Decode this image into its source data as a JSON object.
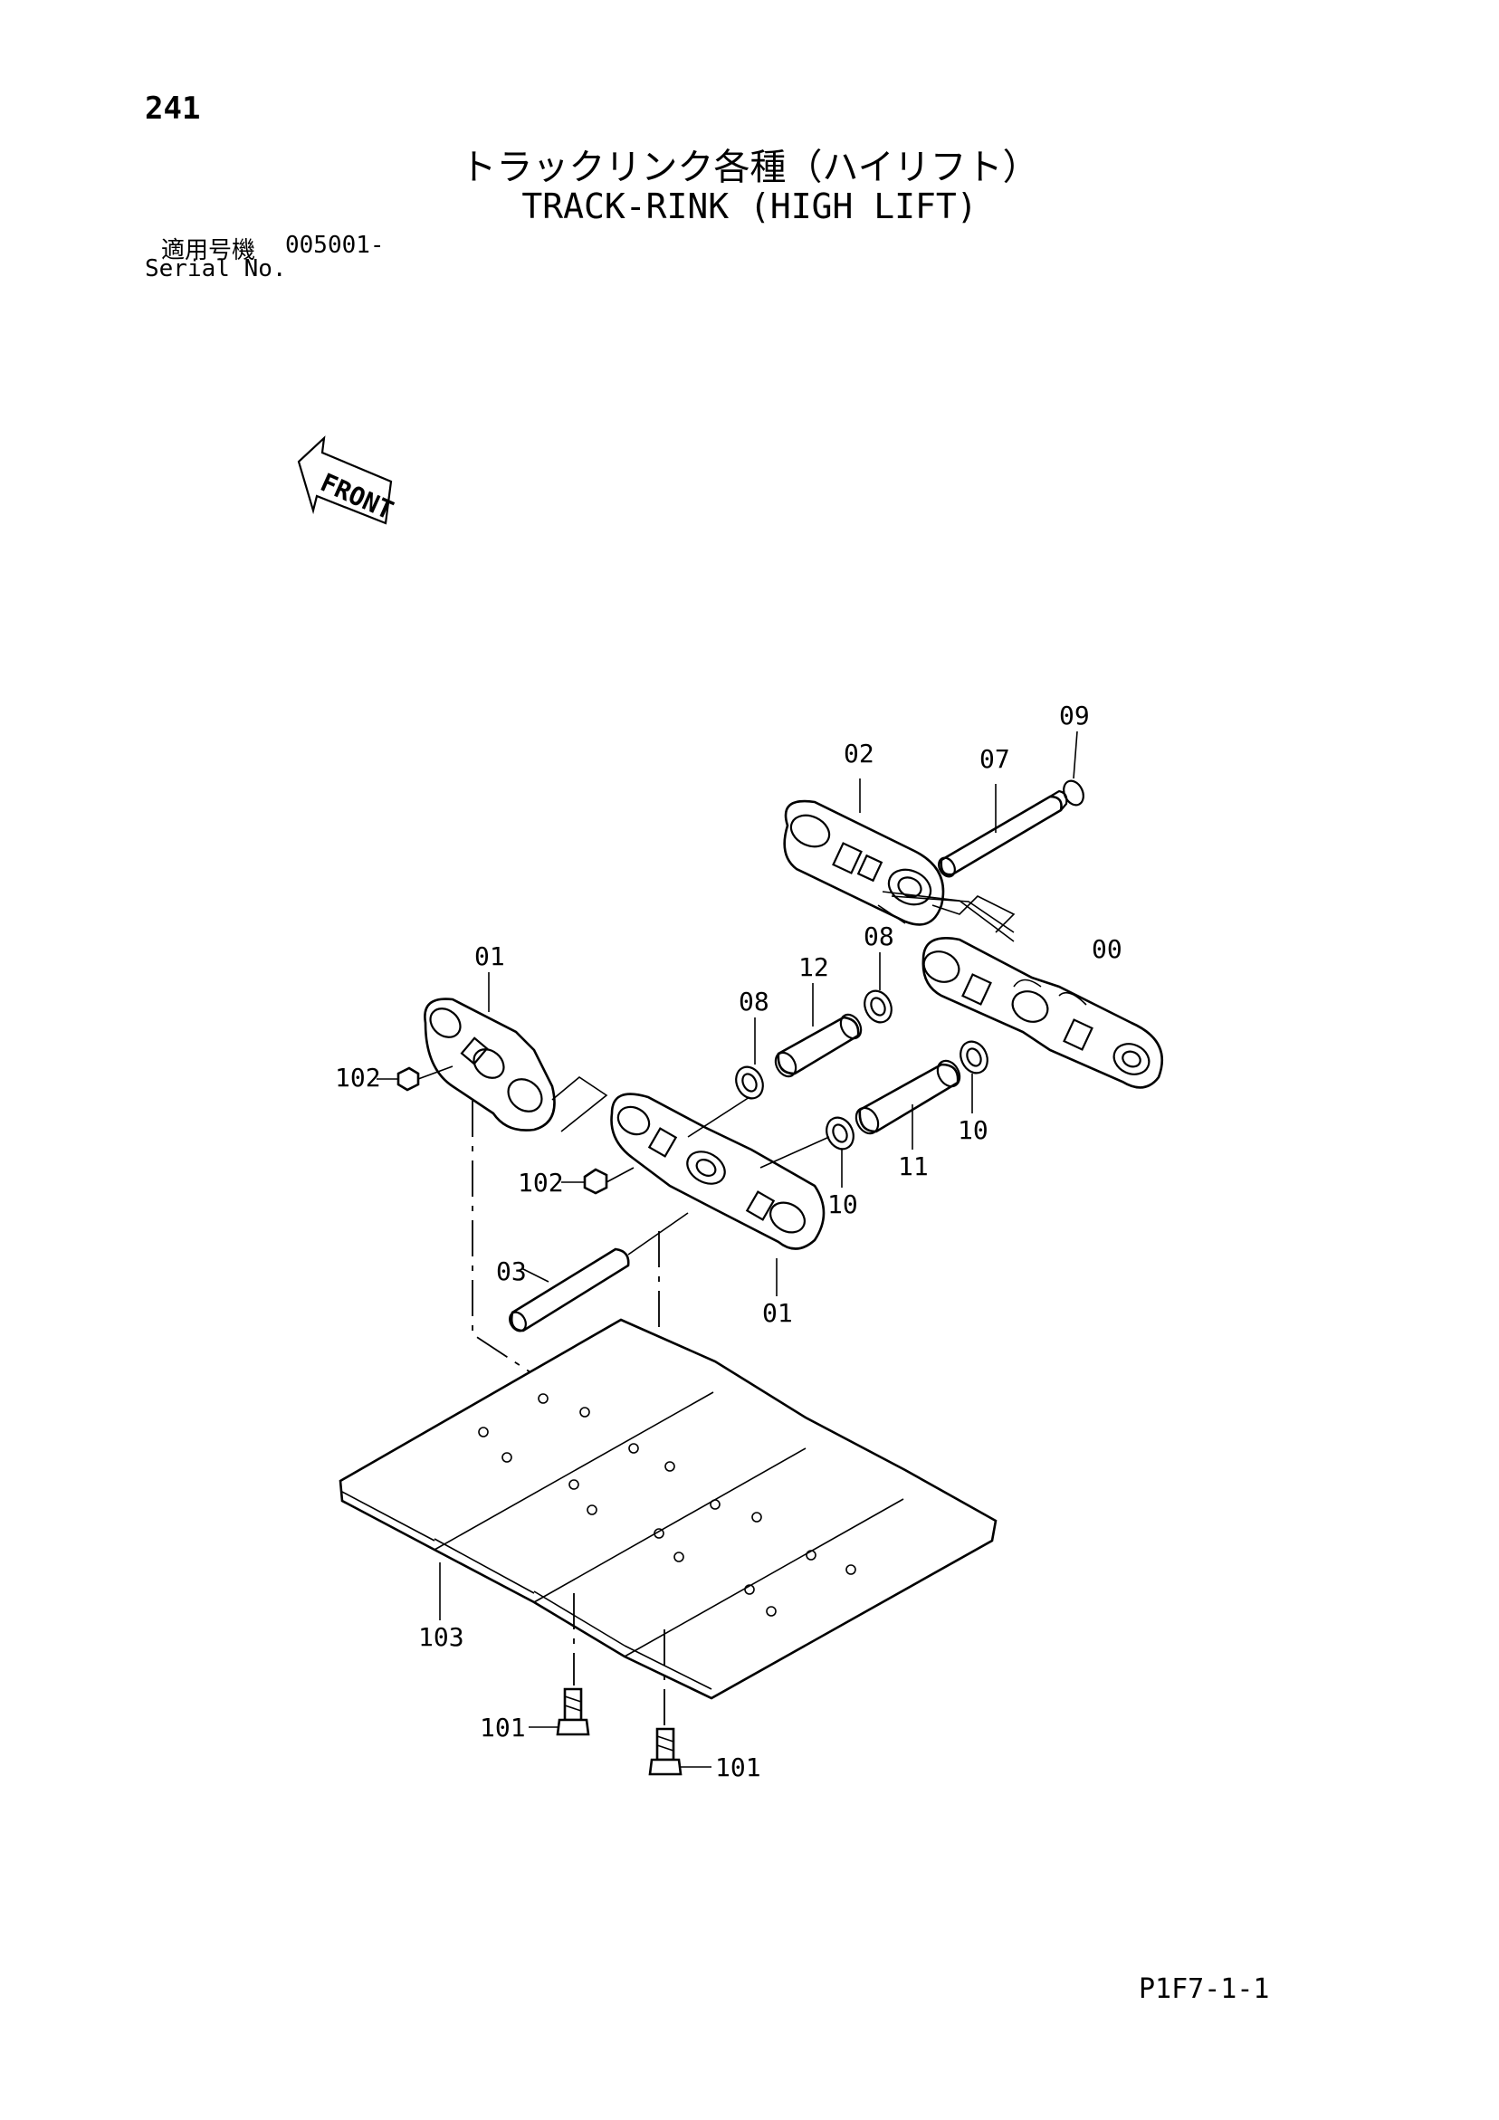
{
  "header": {
    "page_number": "241",
    "title_jp": "トラックリンク各種（ハイリフト）",
    "title_en": "TRACK-RINK (HIGH LIFT)",
    "serial_label_jp": "適用号機",
    "serial_number": "005001-",
    "serial_label_en": "Serial No."
  },
  "diagram": {
    "front_label": "FRONT",
    "callouts": {
      "link_02": "02",
      "pin_07": "07",
      "ring_09": "09",
      "seal_08_top": "08",
      "link_00": "00",
      "link_01_left": "01",
      "bushing_12": "12",
      "seal_08_left": "08",
      "nut_102_left": "102",
      "seal_10_right": "10",
      "bushing_11": "11",
      "nut_102_center": "102",
      "seal_10_center": "10",
      "pin_03": "03",
      "link_01_bottom": "01",
      "shoe_103": "103",
      "bolt_101_left": "101",
      "bolt_101_right": "101"
    }
  },
  "footer": {
    "page_code": "P1F7-1-1"
  }
}
